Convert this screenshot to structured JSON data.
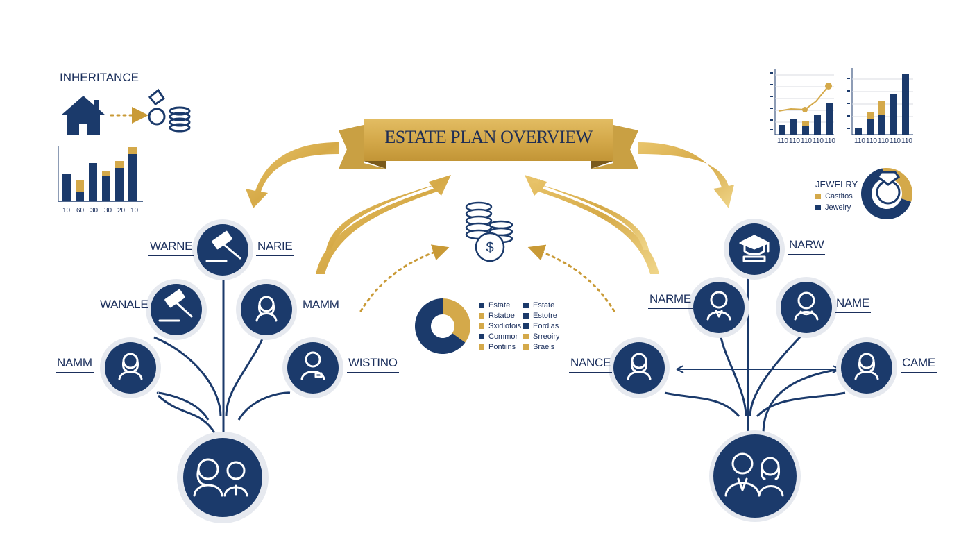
{
  "banner": {
    "title": "ESTATE PLAN OVERVIEW"
  },
  "inheritance": {
    "title": "INHERITANCE"
  },
  "left_bar_chart": {
    "tick_labels": [
      "10",
      "60",
      "30",
      "30",
      "20",
      "10"
    ]
  },
  "right_chart_a": {
    "tick_labels": [
      "110",
      "110",
      "110",
      "110",
      "110"
    ]
  },
  "right_chart_b": {
    "tick_labels": [
      "110",
      "110",
      "110",
      "110",
      "110"
    ]
  },
  "jewelry": {
    "title": "JEWELRY",
    "legend": [
      {
        "label": "Castitos",
        "color": "#d4a94a"
      },
      {
        "label": "Jewelry",
        "color": "#1b3a6b"
      }
    ]
  },
  "center_legend": {
    "col1": [
      {
        "label": "Estate",
        "color": "#1b3a6b"
      },
      {
        "label": "Rstatoe",
        "color": "#d4a94a"
      },
      {
        "label": "Sxidiofois",
        "color": "#d4a94a"
      },
      {
        "label": "Commor",
        "color": "#1b3a6b"
      },
      {
        "label": "Pontiins",
        "color": "#d4a94a"
      }
    ],
    "col2": [
      {
        "label": "Estate",
        "color": "#1b3a6b"
      },
      {
        "label": "Estotre",
        "color": "#1b3a6b"
      },
      {
        "label": "Eordias",
        "color": "#1b3a6b"
      },
      {
        "label": "Srreoiry",
        "color": "#d4a94a"
      },
      {
        "label": "Sraeis",
        "color": "#d4a94a"
      }
    ]
  },
  "left_tree": {
    "labels": {
      "top_left": "WARNE",
      "top_right": "NARIE",
      "mid_left": "WANALE",
      "mid_right": "MAMM",
      "low_left": "NAMM",
      "low_right": "WISTINO"
    }
  },
  "right_tree": {
    "labels": {
      "top": "NARW",
      "mid_left": "NARME",
      "mid_right": "NAME",
      "low_left": "NANCE",
      "low_right": "CAME"
    }
  },
  "colors": {
    "navy": "#1b3a6b",
    "gold": "#d4a94a",
    "ring": "#e6e9ef"
  },
  "chart_data": [
    {
      "type": "bar",
      "categories": [
        "10",
        "60",
        "30",
        "30",
        "20",
        "10"
      ],
      "series": [
        {
          "values": [
            40,
            14,
            55,
            36,
            48,
            68
          ]
        },
        {
          "values": [
            0,
            16,
            0,
            8,
            10,
            10
          ]
        }
      ]
    },
    {
      "type": "bar",
      "categories": [
        "110",
        "110",
        "110",
        "110",
        "110"
      ],
      "series": [
        {
          "values": [
            14,
            22,
            12,
            28,
            45
          ]
        },
        {
          "values": [
            0,
            0,
            8,
            0,
            0
          ]
        }
      ]
    },
    {
      "type": "bar",
      "categories": [
        "110",
        "110",
        "110",
        "110",
        "110"
      ],
      "series": [
        {
          "values": [
            10,
            22,
            28,
            58,
            87
          ]
        },
        {
          "values": [
            0,
            11,
            20,
            0,
            0
          ]
        }
      ]
    },
    {
      "type": "pie",
      "values": [
        35,
        65
      ]
    },
    {
      "type": "pie",
      "values": [
        33,
        67
      ]
    }
  ]
}
